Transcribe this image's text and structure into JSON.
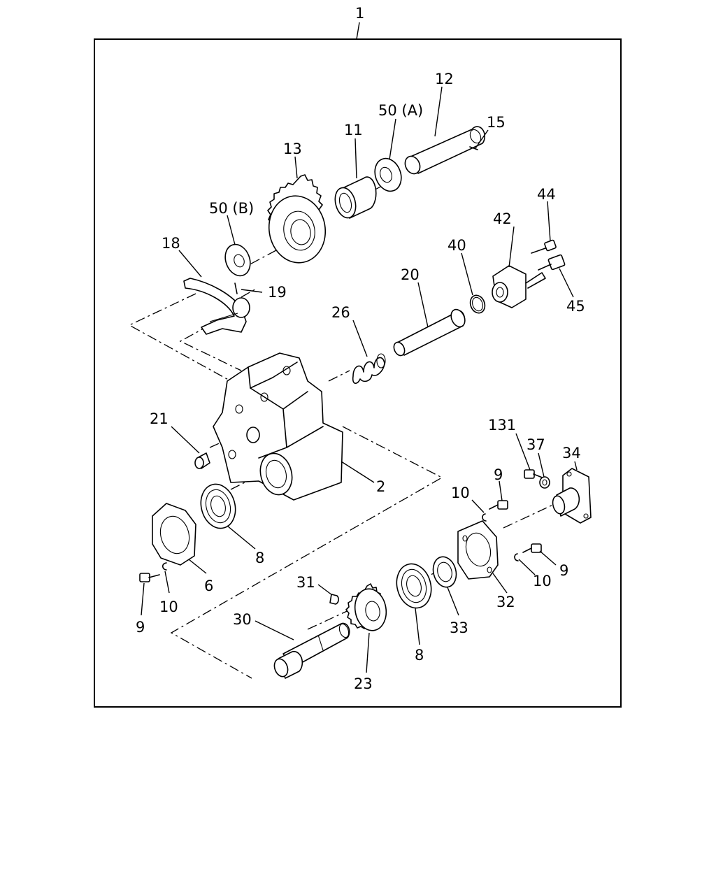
{
  "callouts": {
    "assembly": "1",
    "housing": "2",
    "gasket_left": "6",
    "bearing_upper": "8",
    "bearing_lower": "8",
    "bolt_left": "9",
    "bolt_right_upper": "9",
    "bolt_right_lower": "9",
    "washer_left": "10",
    "washer_right_upper": "10",
    "washer_right_lower": "10",
    "needle_bearing": "11",
    "idler_shaft": "12",
    "idler_gear": "13",
    "pin_15": "15",
    "shift_fork": "18",
    "pin_19": "19",
    "shift_rod": "20",
    "plug_21": "21",
    "drive_gear": "23",
    "spring": "26",
    "output_shaft": "30",
    "key_31": "31",
    "cover": "32",
    "oil_seal": "33",
    "flange_cover": "34",
    "nut_37": "37",
    "o_ring": "40",
    "actuator_housing": "42",
    "bolt_44": "44",
    "switch_45": "45",
    "thrust_washer_a": "50 (A)",
    "thrust_washer_b": "50 (B)",
    "bolt_131": "131"
  }
}
